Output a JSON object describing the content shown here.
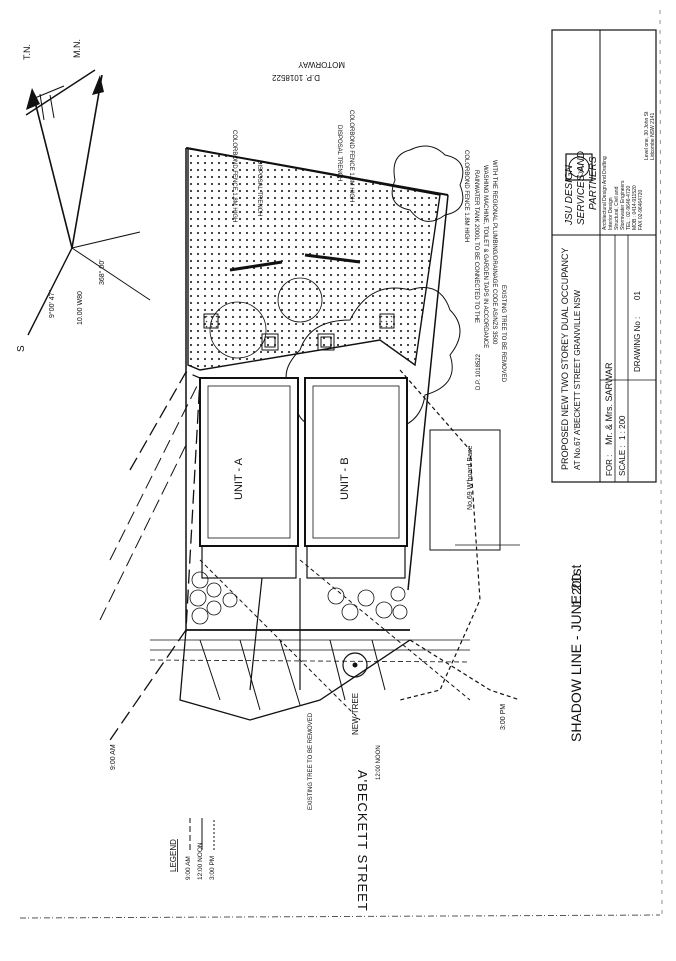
{
  "north": {
    "true_north": "T.N.",
    "magnetic_north": "M.N.",
    "south": "S"
  },
  "bearings": {
    "b1": "9°00' 47\"",
    "b2": "10.00 W80",
    "b3": "368° 00'"
  },
  "lot_label": {
    "line1": "D.P. 1018522",
    "line2": "MOTORWAY"
  },
  "notes": {
    "fence_top_left": "COLORBOND FENCE 1.8M HIGH",
    "fence_top_right": "COLORBOND FENCE 1.8M HIGH",
    "fence_right": "COLORBOND FENCE 1.8M HIGH",
    "disposal_trench_1": "DISPOSAL TRENCH",
    "disposal_trench_2": "DISPOSAL TRENCH",
    "rainwater_tank": "RAINWATER TANK 2000L TO BE CONNECTED TO THE",
    "rainwater_tank_2": "WASHING MACHINE, TOILET & GARDEN TAPS IN ACCORDANCE",
    "rainwater_tank_3": "WITH THE REGIONAL PLUMBING/DRAINAGE CODE AS/NZS 3500",
    "existing_tree_right": "EXISTING TREE TO BE REMOVED",
    "existing_tree_left": "EXISTING TREE TO BE REMOVED",
    "new_tree": "NEW TREE",
    "neighbour": "No.69 W'board Base",
    "dp_side": "D.P. 1018522",
    "sun_900": "9:00 AM",
    "sun_300": "3:00 PM",
    "noon_note": "12:00 NOON"
  },
  "units": {
    "unit_a": "UNIT - A",
    "unit_b": "UNIT - B"
  },
  "street": "A'BECKETT STREET",
  "shadow_title": {
    "title": "SHADOW LINE - JUNE 21st",
    "scale": "1:200"
  },
  "legend": {
    "heading": "LEGEND",
    "items": [
      {
        "label": "9:00 AM"
      },
      {
        "label": "12:00 NOON"
      },
      {
        "label": "3:00 PM"
      }
    ]
  },
  "title_block": {
    "project_line1": "PROPOSED NEW TWO STOREY DUAL OCCUPANCY",
    "project_line2": "AT No.67 A'BECKETT STREET GRANVILLE NSW",
    "for_label": "FOR :",
    "client": "Mr. & Mrs. SARWAR",
    "scale_label": "SCALE :",
    "scale_value": "1 : 200",
    "drawing_label": "DRAWING No :",
    "drawing_value": "01",
    "firm_line1": "JSU DESIGN",
    "firm_line2": "SERVICES AND",
    "firm_line3": "PARTNERS",
    "services1": "Architectural Design And Drafting",
    "services2": "Interior Design",
    "services3": "Structural, Civil and",
    "services4": "Stormwater Engineers",
    "logo_text": "JSU",
    "tel": "TEL : 02-9646-4720",
    "mob": "MOB : 0414-911520",
    "fax": "FAX 02-96464720",
    "addr1": "Level one, 30 John St",
    "addr2": "Lidcombe NSW 2141"
  }
}
